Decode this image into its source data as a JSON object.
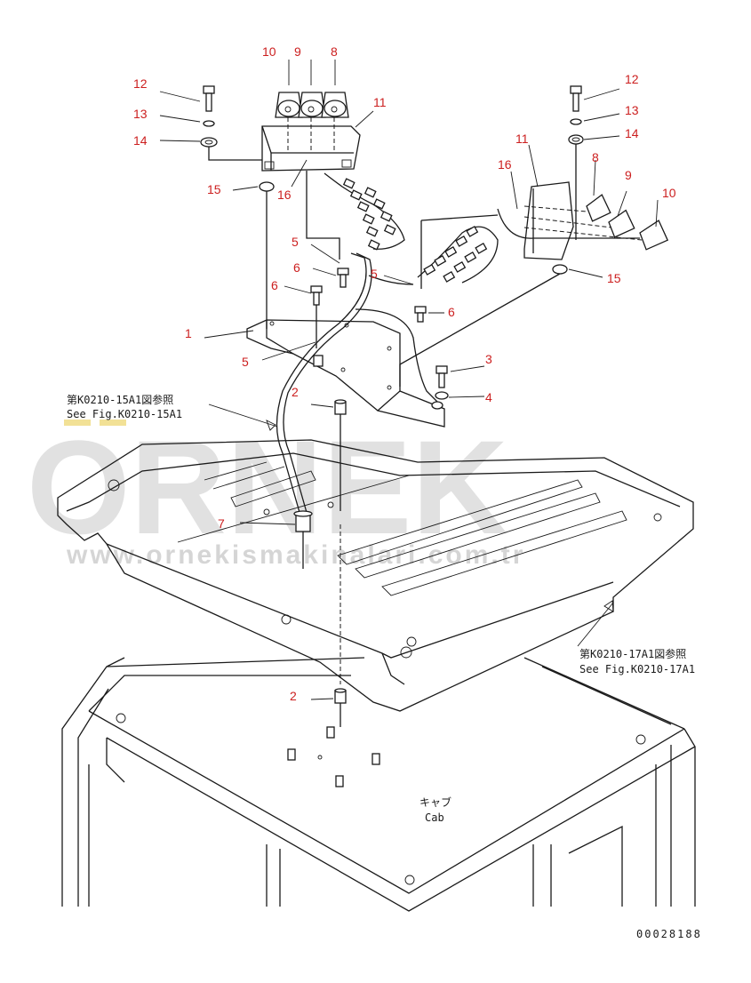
{
  "callouts": {
    "c1": "1",
    "c2a": "2",
    "c2b": "2",
    "c3": "3",
    "c4": "4",
    "c5a": "5",
    "c5b": "5",
    "c5c": "5",
    "c6a": "6",
    "c6b": "6",
    "c6c": "6",
    "c7": "7",
    "c8a": "8",
    "c8b": "8",
    "c9a": "9",
    "c9b": "9",
    "c10a": "10",
    "c10b": "10",
    "c11a": "11",
    "c11b": "11",
    "c12a": "12",
    "c12b": "12",
    "c13a": "13",
    "c13b": "13",
    "c14a": "14",
    "c14b": "14",
    "c15a": "15",
    "c15b": "15",
    "c16a": "16",
    "c16b": "16"
  },
  "references": {
    "fig15_jp": "第K0210-15A1図参照",
    "fig15_en": "See Fig.K0210-15A1",
    "fig17_jp": "第K0210-17A1図参照",
    "fig17_en": "See Fig.K0210-17A1",
    "cab_jp": "キャブ",
    "cab_en": "Cab"
  },
  "drawing_number": "00028188",
  "watermark": {
    "brand": "ORNEK",
    "url": "www.ornekismakinalari.com.tr"
  }
}
